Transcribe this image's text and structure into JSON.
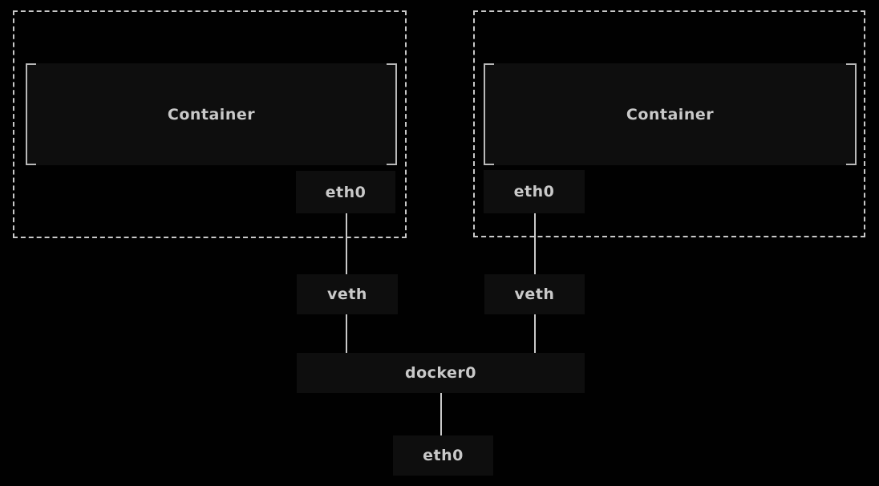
{
  "diagram": {
    "title_implicit": "Docker bridge networking diagram",
    "colors": {
      "background": "#010101",
      "node_fill": "#0e0e0e",
      "text": "#c9c9c9",
      "line": "#c9c9c9",
      "dashed_border": "#c9c9c9",
      "bracket": "#b9b9b9"
    },
    "namespaces": [
      {
        "container_label": "Container",
        "eth_label": "eth0",
        "veth_label": "veth"
      },
      {
        "container_label": "Container",
        "eth_label": "eth0",
        "veth_label": "veth"
      }
    ],
    "bridge_label": "docker0",
    "host_interface_label": "eth0",
    "edges": [
      "container1.eth0 - veth (left)",
      "container2.eth0 - veth (right)",
      "veth (left) - docker0",
      "veth (right) - docker0",
      "docker0 - host eth0"
    ]
  }
}
